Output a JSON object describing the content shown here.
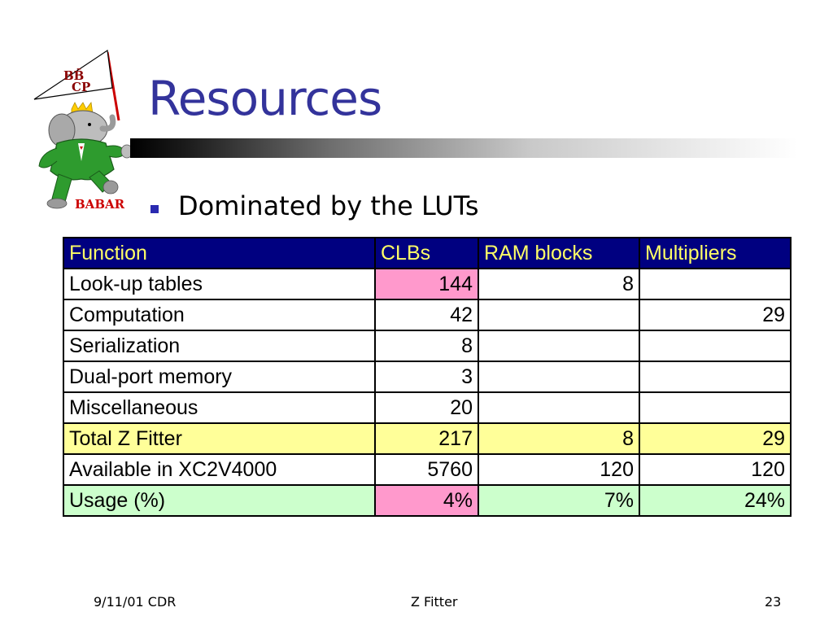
{
  "slide": {
    "title": "Resources",
    "bullet": "Dominated by the LUTs"
  },
  "logo": {
    "flag_text": "BB̄CP",
    "badge_text": "BABAR",
    "accent_colors": [
      "#2e8b2e",
      "#cc0000",
      "#9a9a9a",
      "#ffcc00"
    ]
  },
  "table": {
    "headers": [
      "Function",
      "CLBs",
      "RAM blocks",
      "Multipliers"
    ],
    "rows": [
      [
        "Look-up tables",
        "144",
        "8",
        ""
      ],
      [
        "Computation",
        "42",
        "",
        "29"
      ],
      [
        "Serialization",
        "8",
        "",
        ""
      ],
      [
        "Dual-port memory",
        "3",
        "",
        ""
      ],
      [
        "Miscellaneous",
        "20",
        "",
        ""
      ],
      [
        "Total Z Fitter",
        "217",
        "8",
        "29"
      ],
      [
        "Available in XC2V4000",
        "5760",
        "120",
        "120"
      ],
      [
        "Usage (%)",
        "4%",
        "7%",
        "24%"
      ]
    ],
    "colors": {
      "header_bg": "#000080",
      "header_text": "#ffff66",
      "highlight_pink": "#ff99cc",
      "total_row_bg": "#ffff99",
      "usage_row_bg": "#ccffcc"
    }
  },
  "footer": {
    "date": "9/11/01 CDR",
    "center": "Z Fitter",
    "page": "23"
  },
  "colors": {
    "title": "#33339b",
    "bullet": "#2a2ab0"
  }
}
